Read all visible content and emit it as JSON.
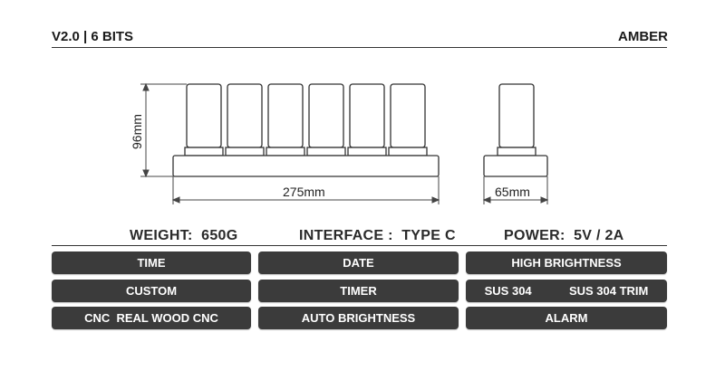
{
  "header": {
    "version": "V2.0 | 6 BITS",
    "color": "AMBER"
  },
  "dimensions": {
    "height": "96mm",
    "width": "275mm",
    "depth": "65mm"
  },
  "specs": {
    "weight": "WEIGHT:  650G",
    "interface": "INTERFACE :  TYPE C",
    "power": "POWER:  5V / 2A"
  },
  "features": {
    "time": "TIME",
    "date": "DATE",
    "high_brightness": "HIGH BRIGHTNESS",
    "custom": "CUSTOM",
    "timer": "TIMER",
    "sus304": "SUS 304",
    "sus304_trim": "SUS 304 TRIM",
    "cnc_wood": "CNC  REAL WOOD CNC",
    "auto_brightness": "AUTO BRIGHTNESS",
    "alarm": "ALARM"
  },
  "colors": {
    "pill_bg": "#3b3b3b",
    "pill_text": "#ffffff",
    "line": "#333333"
  }
}
